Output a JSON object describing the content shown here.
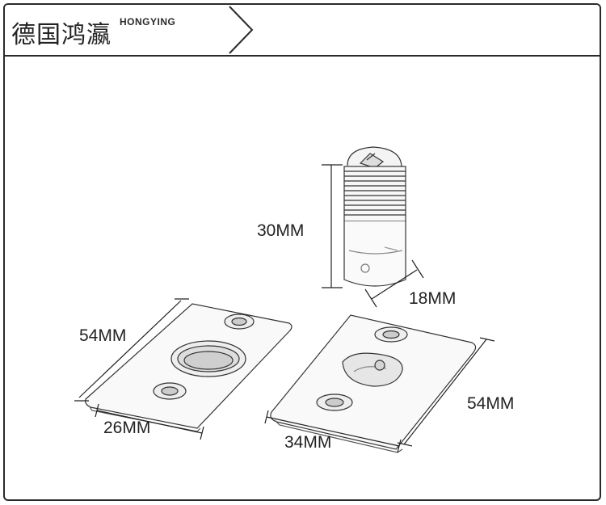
{
  "header": {
    "brand_cn": "德国鸿瀛",
    "brand_en": "HONGYING"
  },
  "dimensions": {
    "height_bolt": "30MM",
    "diameter_bolt": "18MM",
    "plate_left_height": "54MM",
    "plate_left_width": "26MM",
    "plate_right_width": "34MM",
    "plate_right_height": "54MM"
  },
  "icons": {
    "nav": "chevron-right-icon"
  }
}
